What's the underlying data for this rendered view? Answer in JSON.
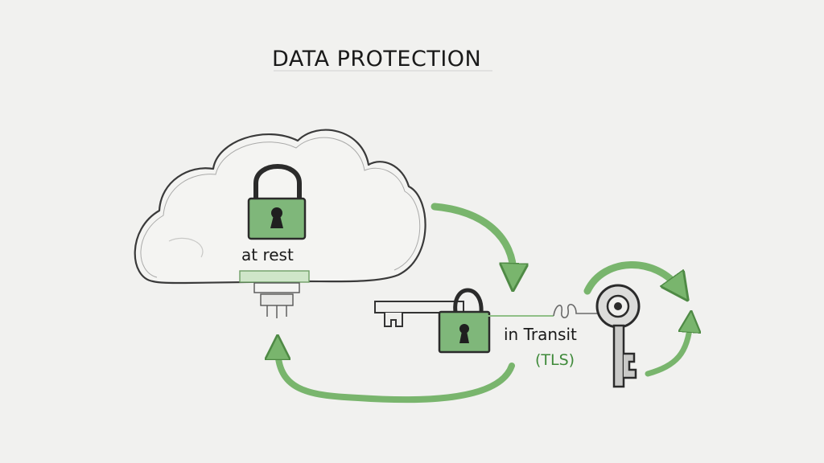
{
  "title": "DATA PROTECTION",
  "labels": {
    "at_rest": "at rest",
    "in_transit": "in Transit",
    "tls": "(TLS)"
  },
  "icons": [
    "cloud-icon",
    "padlock-icon",
    "key-icon",
    "arrow-icon"
  ],
  "colors": {
    "background": "#f1f1ef",
    "ink": "#2b2b2b",
    "lock_green": "#7fb77a",
    "arrow_green": "#6aaa5f",
    "tls_green": "#3f8a3a"
  }
}
